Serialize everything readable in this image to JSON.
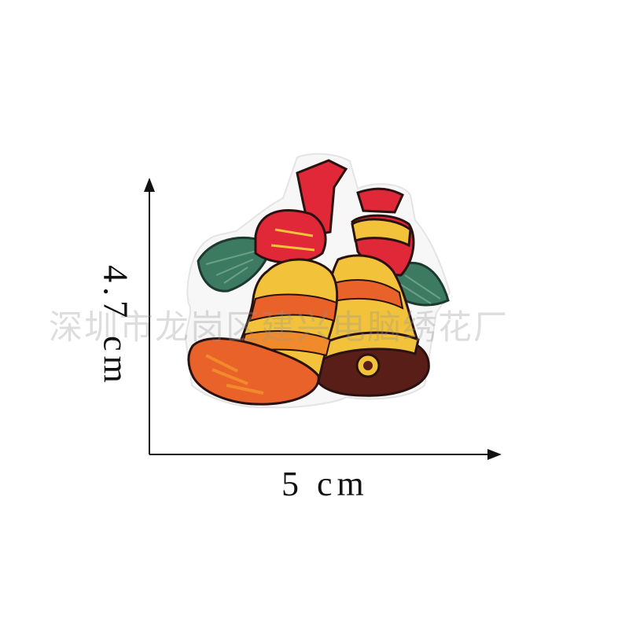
{
  "dimensions": {
    "width_label": "5 cm",
    "height_label": "4.7 cm"
  },
  "watermark": {
    "text": "深圳市龙岗区建兴电脑绣花厂"
  },
  "colors": {
    "bell_yellow": "#f2c33a",
    "bell_orange": "#e8622a",
    "bell_brown": "#5a1e18",
    "ribbon_red": "#e02838",
    "leaf_green": "#3d7a62",
    "outline": "#2a1210",
    "backing": "#f7f7f7",
    "axis": "#111111"
  }
}
